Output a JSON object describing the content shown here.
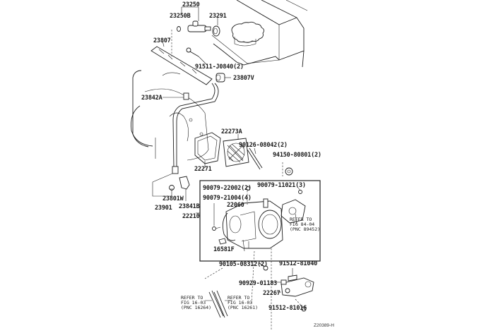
{
  "diagram": {
    "title": "Throttle body / fuel injection parts diagram",
    "drawing_code": "Z20389-H",
    "parts": [
      {
        "id": "p23250",
        "label": "23250"
      },
      {
        "id": "p23250B",
        "label": "23250B"
      },
      {
        "id": "p23291",
        "label": "23291"
      },
      {
        "id": "p23807",
        "label": "23807"
      },
      {
        "id": "p91511",
        "label": "91511-J0840(2)"
      },
      {
        "id": "p23807V",
        "label": "23807V"
      },
      {
        "id": "p23842A",
        "label": "23842A"
      },
      {
        "id": "p22273A",
        "label": "22273A"
      },
      {
        "id": "p90126",
        "label": "90126-08042(2)"
      },
      {
        "id": "p94150",
        "label": "94150-80801(2)"
      },
      {
        "id": "p22271",
        "label": "22271"
      },
      {
        "id": "p90079a",
        "label": "90079-22002(2)"
      },
      {
        "id": "p90079b",
        "label": "90079-11021(3)"
      },
      {
        "id": "p90079c",
        "label": "90079-21004(4)"
      },
      {
        "id": "p22060",
        "label": "22060"
      },
      {
        "id": "p23801W",
        "label": "23801W"
      },
      {
        "id": "p23901",
        "label": "23901"
      },
      {
        "id": "p23841B",
        "label": "23841B"
      },
      {
        "id": "p22210",
        "label": "22210"
      },
      {
        "id": "p16581F",
        "label": "16581F"
      },
      {
        "id": "p90105",
        "label": "90105-08312(2)"
      },
      {
        "id": "p91512a",
        "label": "91512-81040"
      },
      {
        "id": "p90929",
        "label": "90929-01183"
      },
      {
        "id": "p22267",
        "label": "22267"
      },
      {
        "id": "p91512b",
        "label": "91512-81016"
      }
    ],
    "references": [
      {
        "id": "ref8404",
        "text": "REFER TO\nFIG 84-04\n(PNC 89452)"
      },
      {
        "id": "ref1603a",
        "text": "REFER TO\nFIG 16-03\n(PNC 16264)"
      },
      {
        "id": "ref1603b",
        "text": "REFER TO\nFIG 16-03\n(PNC 16261)"
      }
    ]
  }
}
